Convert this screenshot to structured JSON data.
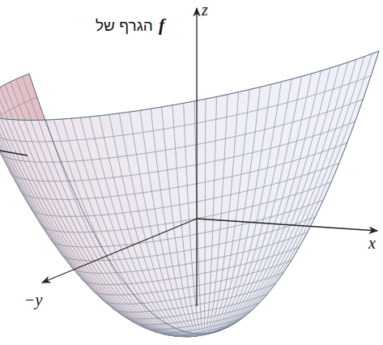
{
  "diagram": {
    "labels": [
      "הגרף של",
      "f",
      "z",
      "x",
      "−y"
    ]
  }
}
